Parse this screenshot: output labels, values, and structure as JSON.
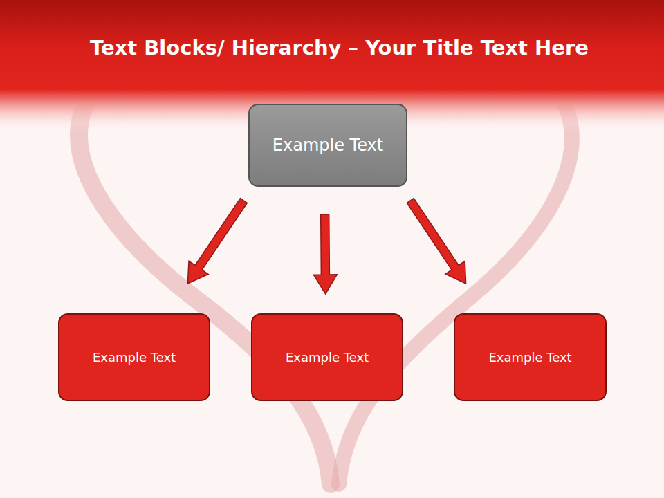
{
  "diagram": {
    "title": "Text Blocks/ Hierarchy – Your Title Text Here",
    "nodes": [
      {
        "text": [
          "Example Text"
        ]
      },
      {
        "text": [
          "Example Text"
        ]
      },
      {
        "text": [
          "Example Text"
        ]
      },
      {
        "text": [
          "Example Text"
        ]
      }
    ],
    "edges": [
      {
        "from": 0,
        "to": 1,
        "arrow": "to"
      },
      {
        "from": 0,
        "to": 2,
        "arrow": "to"
      },
      {
        "from": 0,
        "to": 3,
        "arrow": "to"
      }
    ]
  }
}
